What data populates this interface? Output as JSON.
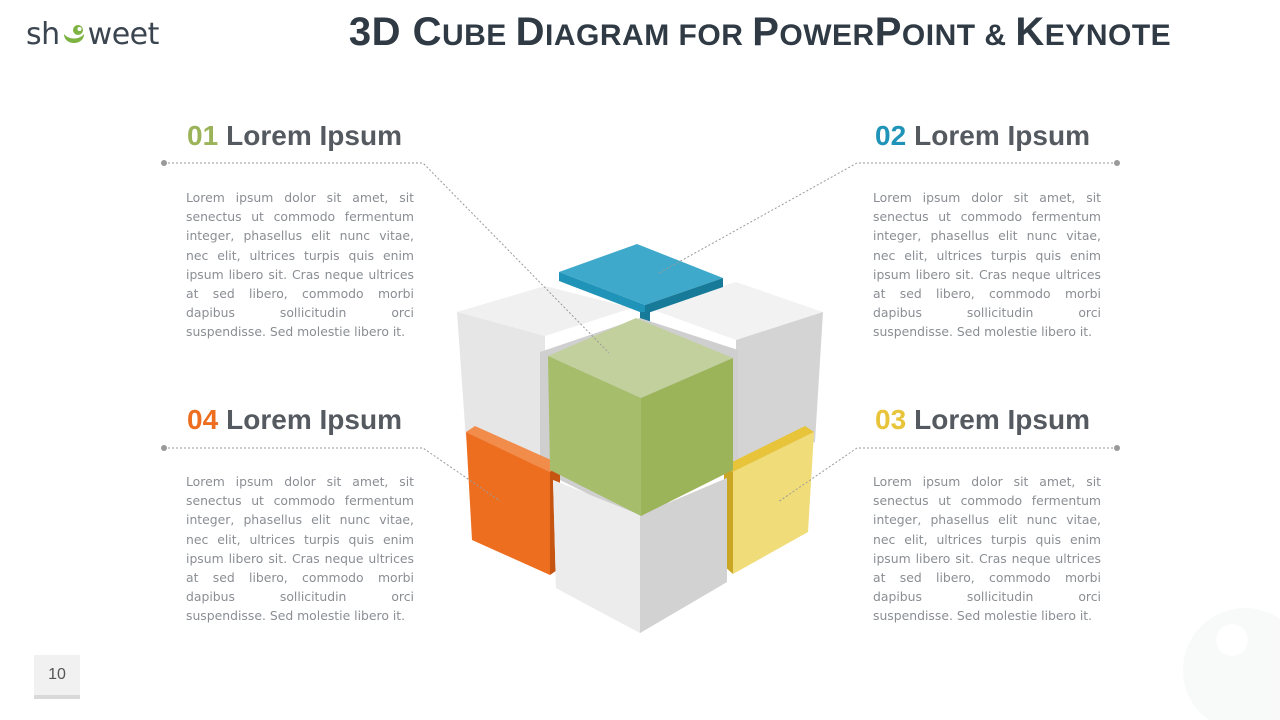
{
  "header": {
    "logo_text_left": "sh",
    "logo_text_right": "weet",
    "title_parts": [
      {
        "text": "3D ",
        "small": false
      },
      {
        "text": "C",
        "small": false
      },
      {
        "text": "UBE ",
        "small": true
      },
      {
        "text": "D",
        "small": false
      },
      {
        "text": "IAGRAM FOR ",
        "small": true
      },
      {
        "text": "P",
        "small": false
      },
      {
        "text": "OWER",
        "small": true
      },
      {
        "text": "P",
        "small": false
      },
      {
        "text": "OINT & ",
        "small": true
      },
      {
        "text": "K",
        "small": false
      },
      {
        "text": "EYNOTE",
        "small": true
      }
    ]
  },
  "colors": {
    "item1": "#9bb459",
    "item2": "#1f93b8",
    "item3": "#e8c43a",
    "item4": "#ee6e20",
    "heading": "#555a60",
    "body": "#8a8e93",
    "leader": "#9a9a9a"
  },
  "items": [
    {
      "num": "01",
      "title": "Lorem Ipsum",
      "text": "Lorem ipsum dolor sit amet, sit senectus ut commodo fermentum integer, phasellus elit nunc vitae, nec elit, ultrices turpis quis enim ipsum libero sit. Cras neque ultrices at sed libero, commodo morbi dapibus sollicitudin orci suspendisse. Sed molestie libero it."
    },
    {
      "num": "02",
      "title": "Lorem Ipsum",
      "text": "Lorem ipsum dolor sit amet, sit senectus ut commodo fermentum integer, phasellus elit nunc vitae, nec elit, ultrices turpis quis enim ipsum libero sit. Cras neque ultrices at sed libero, commodo morbi dapibus sollicitudin orci suspendisse. Sed molestie libero it."
    },
    {
      "num": "03",
      "title": "Lorem Ipsum",
      "text": "Lorem ipsum dolor sit amet, sit senectus ut commodo fermentum integer, phasellus elit nunc vitae, nec elit, ultrices turpis quis enim ipsum libero sit. Cras neque ultrices at sed libero, commodo morbi dapibus sollicitudin orci suspendisse. Sed molestie libero it."
    },
    {
      "num": "04",
      "title": "Lorem Ipsum",
      "text": "Lorem ipsum dolor sit amet, sit senectus ut commodo fermentum integer, phasellus elit nunc vitae, nec elit, ultrices turpis quis enim ipsum libero sit. Cras neque ultrices at sed libero, commodo morbi dapibus sollicitudin orci suspendisse. Sed molestie libero it."
    }
  ],
  "footer": {
    "page_number": "10"
  }
}
